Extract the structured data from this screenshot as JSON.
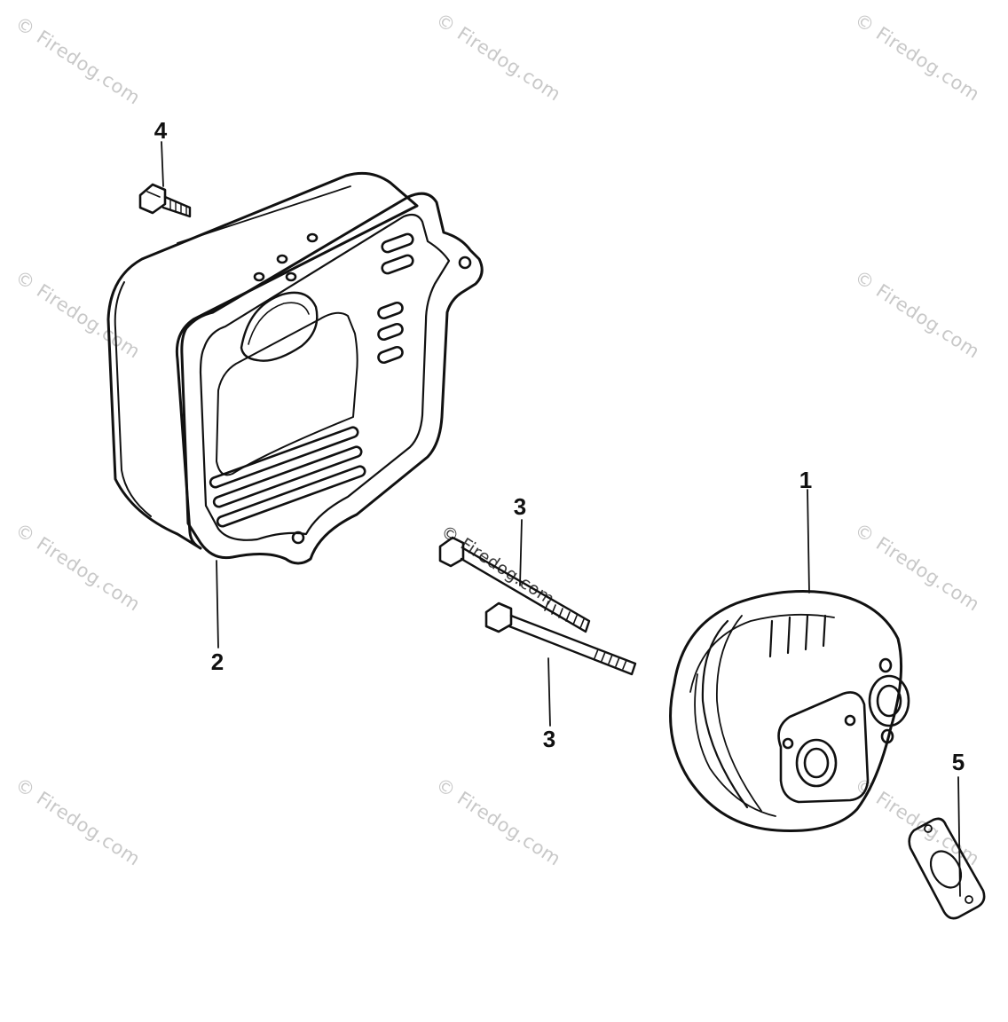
{
  "callouts": {
    "part_1": "1",
    "part_2": "2",
    "part_3_upper": "3",
    "part_3_lower": "3",
    "part_4": "4",
    "part_5": "5"
  },
  "watermark": {
    "text": "© Firedog.com"
  },
  "colors": {
    "line": "#111111",
    "watermark": "#c8c8c8",
    "background": "#ffffff"
  }
}
